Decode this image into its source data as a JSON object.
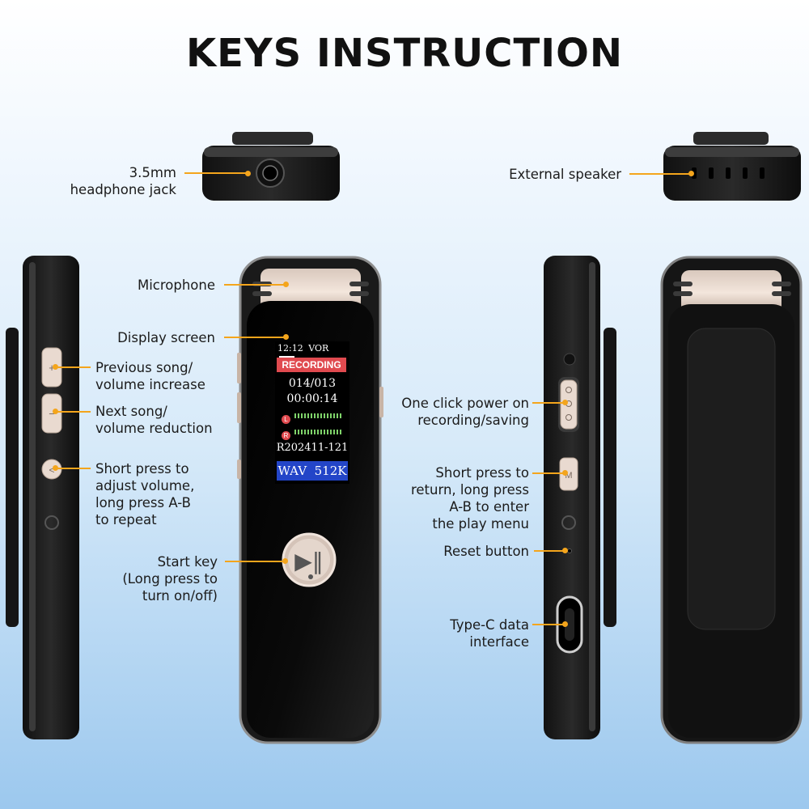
{
  "title": "KEYS INSTRUCTION",
  "labels": {
    "headphone_jack": [
      "3.5mm",
      "headphone jack"
    ],
    "external_speaker": "External speaker",
    "microphone": "Microphone",
    "display_screen": "Display screen",
    "prev_song": [
      "Previous song/",
      "volume increase"
    ],
    "next_song": [
      "Next song/",
      "volume reduction"
    ],
    "short_press_volume": [
      "Short press to",
      "adjust volume,",
      "long press A-B",
      "to repeat"
    ],
    "start_key": [
      "Start key",
      "(Long press to",
      "turn on/off)"
    ],
    "power_on": [
      "One click power on",
      "recording/saving"
    ],
    "short_press_return": [
      "Short press to",
      "return, long press",
      "A-B to enter",
      "the play menu"
    ],
    "reset_button": "Reset button",
    "type_c": [
      "Type-C data",
      "interface"
    ]
  },
  "screen": {
    "time": "12:12",
    "vor": "VOR",
    "status": "RECORDING",
    "counter": "014/013",
    "elapsed": "00:00:14",
    "left_channel": "L",
    "right_channel": "R",
    "filename": "R202411-121",
    "format": "WAV  512K"
  },
  "colors": {
    "accent_line": "#f4a51c",
    "recording_badge": "#e04a4f",
    "format_badge": "#2345c8"
  }
}
